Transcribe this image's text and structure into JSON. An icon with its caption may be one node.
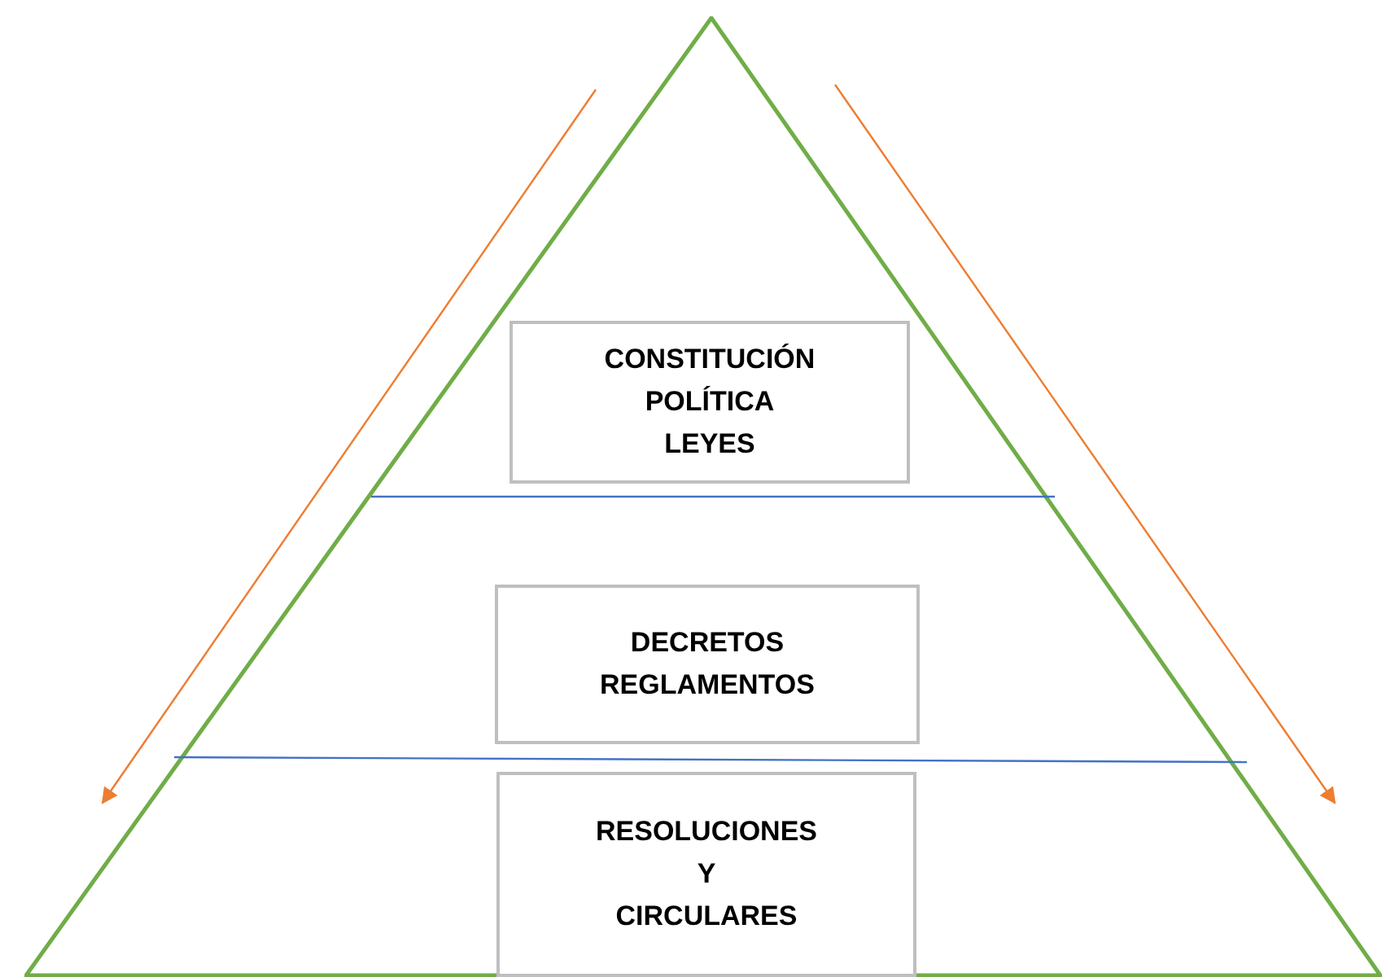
{
  "diagram": {
    "nodes": [
      {
        "text": [],
        "shape": "triangle"
      },
      {
        "text": [
          "CONSTITUCIÓN POLÍTICA",
          "LEYES"
        ],
        "in": 0
      },
      {
        "text": [
          "DECRETOS",
          "REGLAMENTOS"
        ],
        "in": 0
      },
      {
        "text": [
          "RESOLUCIONES",
          "Y",
          "CIRCULARES"
        ],
        "in": 0
      }
    ],
    "edges": []
  }
}
